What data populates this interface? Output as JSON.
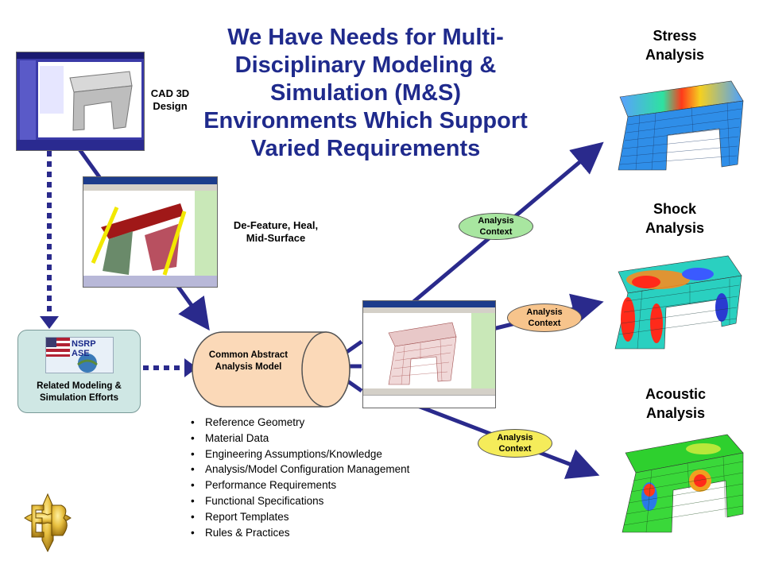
{
  "title": "We Have Needs for Multi-Disciplinary Modeling & Simulation (M&S) Environments Which Support Varied Requirements",
  "title_lines": [
    "We Have Needs for Multi-",
    "Disciplinary Modeling &",
    "Simulation (M&S)",
    "Environments Which Support",
    "Varied Requirements"
  ],
  "labels": {
    "cad": [
      "CAD 3D",
      "Design"
    ],
    "defeature": [
      "De-Feature, Heal,",
      "Mid-Surface"
    ],
    "common": [
      "Common Abstract",
      "Analysis Model"
    ],
    "related": [
      "Related Modeling &",
      "Simulation Efforts"
    ],
    "stress": [
      "Stress",
      "Analysis"
    ],
    "shock": [
      "Shock",
      "Analysis"
    ],
    "acoustic": [
      "Acoustic",
      "Analysis"
    ],
    "context": [
      "Analysis",
      "Context"
    ],
    "nsrp_logo": "NSRP ASE"
  },
  "bullets": [
    "Reference Geometry",
    "Material Data",
    "Engineering Assumptions/Knowledge",
    "Analysis/Model Configuration Management",
    "Performance Requirements",
    "Functional Specifications",
    "Report Templates",
    "Rules & Practices"
  ],
  "colors": {
    "title": "#1f2a8c",
    "arrow": "#2a2a8c",
    "context_green": "#a8e6a0",
    "context_orange": "#f7c48c",
    "context_yellow": "#f5ec5a",
    "cylinder": "#fbd9b8",
    "related_box": "#cfe7e4"
  }
}
